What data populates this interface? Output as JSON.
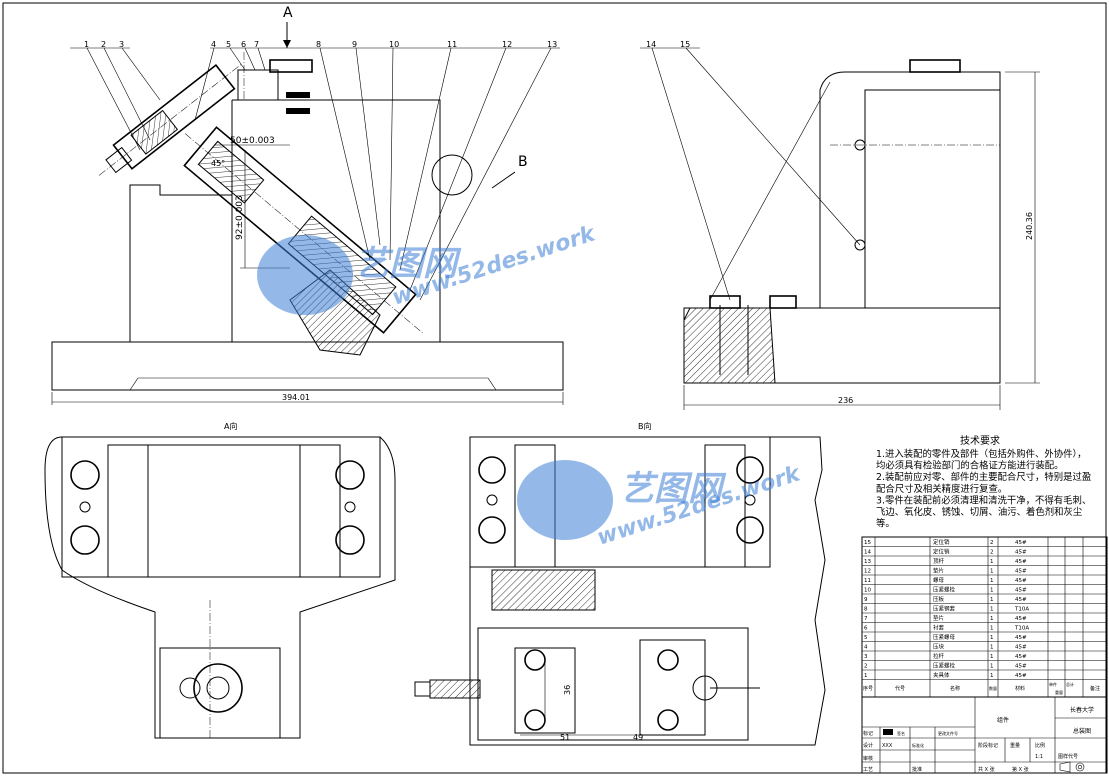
{
  "views": {
    "view_a_arrow": "A",
    "view_b_arrow": "B",
    "view_a_label": "A向",
    "view_b_label": "B向"
  },
  "part_numbers": [
    "1",
    "2",
    "3",
    "4",
    "5",
    "6",
    "7",
    "8",
    "9",
    "10",
    "11",
    "12",
    "13",
    "14",
    "15"
  ],
  "dimensions": {
    "front_width": "394.01",
    "side_width": "236",
    "side_height": "240.36",
    "horiz_50": "50±0.003",
    "vert_92": "92±0.003",
    "angle_45": "45°",
    "b_view_dim1": "51",
    "b_view_dim2": "49",
    "b_view_dim3": "36"
  },
  "tech_requirements": {
    "title": "技术要求",
    "lines": [
      "1.进入装配的零件及部件（包括外购件、外协件），",
      "均必须具有检验部门的合格证方能进行装配。",
      "2.装配前应对零、部件的主要配合尺寸，特别是过盈",
      "配合尺寸及相关精度进行复查。",
      "3.零件在装配前必须清理和清洗干净，不得有毛刺、",
      "飞边、氧化皮、锈蚀、切屑、油污、着色剂和灰尘",
      "等。"
    ]
  },
  "bom": {
    "rows": [
      {
        "no": "15",
        "name": "定位销",
        "qty": "2",
        "mat": "45#"
      },
      {
        "no": "14",
        "name": "定位销",
        "qty": "2",
        "mat": "45#"
      },
      {
        "no": "13",
        "name": "顶杆",
        "qty": "1",
        "mat": "45#"
      },
      {
        "no": "12",
        "name": "垫片",
        "qty": "1",
        "mat": "45#"
      },
      {
        "no": "11",
        "name": "螺母",
        "qty": "1",
        "mat": "45#"
      },
      {
        "no": "10",
        "name": "压紧螺栓",
        "qty": "1",
        "mat": "45#"
      },
      {
        "no": "9",
        "name": "压板",
        "qty": "1",
        "mat": "45#"
      },
      {
        "no": "8",
        "name": "压紧钢套",
        "qty": "1",
        "mat": "T10A"
      },
      {
        "no": "7",
        "name": "垫片",
        "qty": "1",
        "mat": "45#"
      },
      {
        "no": "6",
        "name": "衬套",
        "qty": "1",
        "mat": "T10A"
      },
      {
        "no": "5",
        "name": "压紧螺母",
        "qty": "1",
        "mat": "45#"
      },
      {
        "no": "4",
        "name": "压块",
        "qty": "1",
        "mat": "45#"
      },
      {
        "no": "3",
        "name": "拉杆",
        "qty": "1",
        "mat": "45#"
      },
      {
        "no": "2",
        "name": "压紧螺栓",
        "qty": "1",
        "mat": "45#"
      },
      {
        "no": "1",
        "name": "夹具体",
        "qty": "1",
        "mat": "45#"
      }
    ],
    "header": {
      "no": "序号",
      "code": "代号",
      "name": "名称",
      "qty": "数量",
      "mat": "材料",
      "unit_weight": "单件",
      "total_weight": "总计",
      "weight": "重量",
      "remark": "备注"
    }
  },
  "title_block": {
    "assembly_label": "组件",
    "university": "长春大学",
    "drawing_name": "总装图",
    "mark": "标记",
    "count": "处数",
    "zone": "分区",
    "change_doc": "更改文件号",
    "signature": "签名",
    "date": "年月日",
    "design": "设计",
    "designer": "XXX",
    "standardize": "标准化",
    "stage": "阶段标记",
    "weight": "重量",
    "scale": "比例",
    "scale_value": "1:1",
    "review": "审核",
    "process": "工艺",
    "approve": "批准",
    "sheets": "共 X 张",
    "sheet_no": "第 X 张",
    "projection": "图样代号"
  },
  "watermark": {
    "brand": "艺图网",
    "url": "www.52des.work"
  },
  "colors": {
    "watermark": "#3d7fd6",
    "line": "#000000"
  }
}
